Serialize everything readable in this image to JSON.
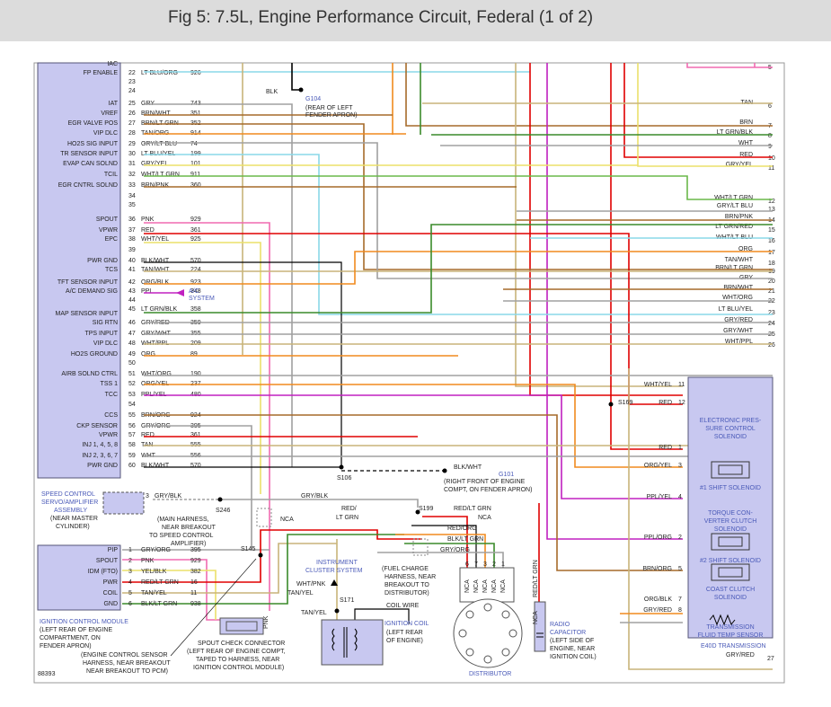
{
  "title": "Fig 5: 7.5L, Engine Performance Circuit, Federal (1 of 2)",
  "figure_id": "88393",
  "pcm_pins": [
    {
      "label": "IAC",
      "num": "",
      "wire": "",
      "circuit": ""
    },
    {
      "label": "FP ENABLE",
      "num": "22",
      "wire": "LT BLU/ORG",
      "circuit": "926"
    },
    {
      "label": "",
      "num": "23",
      "wire": "",
      "circuit": ""
    },
    {
      "label": "",
      "num": "24",
      "wire": "",
      "circuit": ""
    },
    {
      "label": "IAT",
      "num": "25",
      "wire": "GRY",
      "circuit": "743"
    },
    {
      "label": "VREF",
      "num": "26",
      "wire": "BRN/WHT",
      "circuit": "351"
    },
    {
      "label": "EGR VALVE POS",
      "num": "27",
      "wire": "BRN/LT GRN",
      "circuit": "352"
    },
    {
      "label": "VIP DLC",
      "num": "28",
      "wire": "TAN/ORG",
      "circuit": "914"
    },
    {
      "label": "HO2S SIG INPUT",
      "num": "29",
      "wire": "GRY/LT BLU",
      "circuit": "74"
    },
    {
      "label": "TR SENSOR INPUT",
      "num": "30",
      "wire": "LT BLU/YEL",
      "circuit": "199"
    },
    {
      "label": "EVAP CAN SOLND",
      "num": "31",
      "wire": "GRY/YEL",
      "circuit": "101"
    },
    {
      "label": "TCIL",
      "num": "32",
      "wire": "WHT/LT GRN",
      "circuit": "911"
    },
    {
      "label": "EGR CNTRL SOLND",
      "num": "33",
      "wire": "BRN/PNK",
      "circuit": "360"
    },
    {
      "label": "",
      "num": "34",
      "wire": "",
      "circuit": ""
    },
    {
      "label": "",
      "num": "35",
      "wire": "",
      "circuit": ""
    },
    {
      "label": "SPOUT",
      "num": "36",
      "wire": "PNK",
      "circuit": "929"
    },
    {
      "label": "VPWR",
      "num": "37",
      "wire": "RED",
      "circuit": "361"
    },
    {
      "label": "EPC",
      "num": "38",
      "wire": "WHT/YEL",
      "circuit": "925"
    },
    {
      "label": "",
      "num": "39",
      "wire": "",
      "circuit": ""
    },
    {
      "label": "PWR GND",
      "num": "40",
      "wire": "BLK/WHT",
      "circuit": "570"
    },
    {
      "label": "TCS",
      "num": "41",
      "wire": "TAN/WHT",
      "circuit": "224"
    },
    {
      "label": "TFT SENSOR INPUT",
      "num": "42",
      "wire": "ORG/BLK",
      "circuit": "923"
    },
    {
      "label": "A/C DEMAND SIG",
      "num": "43",
      "wire": "PPL",
      "circuit": "348"
    },
    {
      "label": "",
      "num": "44",
      "wire": "",
      "circuit": ""
    },
    {
      "label": "",
      "num": "45",
      "wire": "LT GRN/BLK",
      "circuit": "358"
    },
    {
      "label": "MAP SENSOR INPUT",
      "num": "",
      "wire": "",
      "circuit": ""
    },
    {
      "label": "SIG RTN",
      "num": "46",
      "wire": "GRY/RED",
      "circuit": "359"
    },
    {
      "label": "TPS INPUT",
      "num": "47",
      "wire": "GRY/WHT",
      "circuit": "355"
    },
    {
      "label": "VIP DLC",
      "num": "48",
      "wire": "WHT/PPL",
      "circuit": "209"
    },
    {
      "label": "HO2S GROUND",
      "num": "49",
      "wire": "ORG",
      "circuit": "89"
    },
    {
      "label": "",
      "num": "50",
      "wire": "",
      "circuit": ""
    },
    {
      "label": "AIRB SOLND CTRL",
      "num": "51",
      "wire": "WHT/ORG",
      "circuit": "190"
    },
    {
      "label": "TSS 1",
      "num": "52",
      "wire": "ORG/YEL",
      "circuit": "237"
    },
    {
      "label": "TCC",
      "num": "53",
      "wire": "PPL/YEL",
      "circuit": "480"
    },
    {
      "label": "",
      "num": "54",
      "wire": "",
      "circuit": ""
    },
    {
      "label": "CCS",
      "num": "55",
      "wire": "BRN/ORG",
      "circuit": "924"
    },
    {
      "label": "CKP SENSOR",
      "num": "56",
      "wire": "GRY/ORG",
      "circuit": "395"
    },
    {
      "label": "VPWR",
      "num": "57",
      "wire": "RED",
      "circuit": "361"
    },
    {
      "label": "INJ 1, 4, 5, 8",
      "num": "58",
      "wire": "TAN",
      "circuit": "555"
    },
    {
      "label": "INJ 2, 3, 6, 7",
      "num": "59",
      "wire": "WHT",
      "circuit": "556"
    },
    {
      "label": "PWR GND",
      "num": "60",
      "wire": "BLK/WHT",
      "circuit": "570"
    }
  ],
  "right_pins": [
    {
      "num": "5",
      "wire": ""
    },
    {
      "num": "6",
      "wire": "TAN"
    },
    {
      "num": "7",
      "wire": "BRN"
    },
    {
      "num": "8",
      "wire": "LT GRN/BLK"
    },
    {
      "num": "9",
      "wire": "WHT"
    },
    {
      "num": "10",
      "wire": "RED"
    },
    {
      "num": "11",
      "wire": "GRY/YEL"
    },
    {
      "num": "12",
      "wire": "WHT/LT GRN"
    },
    {
      "num": "13",
      "wire": "GRY/LT BLU"
    },
    {
      "num": "14",
      "wire": "BRN/PNK"
    },
    {
      "num": "15",
      "wire": "LT GRN/RED"
    },
    {
      "num": "16",
      "wire": "WHT/LT BLU"
    },
    {
      "num": "17",
      "wire": "ORG"
    },
    {
      "num": "18",
      "wire": "TAN/WHT"
    },
    {
      "num": "19",
      "wire": "BRN/LT GRN"
    },
    {
      "num": "20",
      "wire": "GRY"
    },
    {
      "num": "21",
      "wire": "BRN/WHT"
    },
    {
      "num": "22",
      "wire": "WHT/ORG"
    },
    {
      "num": "23",
      "wire": "LT BLU/YEL"
    },
    {
      "num": "24",
      "wire": "GRY/RED"
    },
    {
      "num": "25",
      "wire": "GRY/WHT"
    },
    {
      "num": "26",
      "wire": "WHT/PPL"
    }
  ],
  "trans": {
    "title": "E40D TRANSMISSION",
    "components": [
      "ELECTRONIC PRES-\nSURE CONTROL\nSOLENOID",
      "#1 SHIFT SOLENOID",
      "TORQUE CON-\nVERTER CLUTCH\nSOLENOID",
      "#2 SHIFT SOLENOID",
      "COAST CLUTCH\nSOLENOID",
      "TRANSMISSION\nFLUID TEMP SENSOR"
    ],
    "pins": [
      {
        "num": "11",
        "wire": "WHT/YEL"
      },
      {
        "num": "12",
        "wire": "RED"
      },
      {
        "num": "1",
        "wire": "RED"
      },
      {
        "num": "3",
        "wire": "ORG/YEL"
      },
      {
        "num": "4",
        "wire": "PPL/YEL"
      },
      {
        "num": "2",
        "wire": "PPL/ORG"
      },
      {
        "num": "5",
        "wire": "BRN/ORG"
      },
      {
        "num": "7",
        "wire": "ORG/BLK"
      },
      {
        "num": "8",
        "wire": "GRY/RED"
      }
    ],
    "bottom_wire": "GRY/RED",
    "bottom_num": "27"
  },
  "icm": {
    "title": "IGNITION CONTROL MODULE",
    "note": "(LEFT REAR OF ENGINE COMPARTMENT, ON FENDER APRON)",
    "pins": [
      {
        "label": "PIP",
        "num": "1",
        "wire": "GRY/ORG",
        "circuit": "395"
      },
      {
        "label": "SPOUT",
        "num": "2",
        "wire": "PNK",
        "circuit": "929"
      },
      {
        "label": "IDM (FTO)",
        "num": "3",
        "wire": "YEL/BLK",
        "circuit": "382"
      },
      {
        "label": "PWR",
        "num": "4",
        "wire": "RED/LT GRN",
        "circuit": "16"
      },
      {
        "label": "COIL",
        "num": "5",
        "wire": "TAN/YEL",
        "circuit": "11"
      },
      {
        "label": "GND",
        "num": "6",
        "wire": "BLK/LT GRN",
        "circuit": "938"
      }
    ]
  },
  "labels": {
    "g104": "G104",
    "g104_note": "(REAR OF LEFT\nFENDER APRON)",
    "blk": "BLK",
    "ac_system": "A/C\nSYSTEM",
    "s169": "S169",
    "s106": "S106",
    "g101": "G101",
    "g101_wire": "BLK/WHT",
    "g101_note": "(RIGHT FRONT OF ENGINE\nCOMPT, ON FENDER APRON)",
    "speed_ctrl": "SPEED CONTROL\nSERVO/AMPLIFIER\nASSEMBLY",
    "speed_note": "(NEAR MASTER\nCYLINDER)",
    "speed_pin": "3",
    "speed_wire": "GRY/BLK",
    "s246": "S246",
    "s246_note": "(MAIN HARNESS,\nNEAR BREAKOUT\nTO SPEED CONTROL\nAMPLIFIER)",
    "gry_blk": "GRY/BLK",
    "s199": "S199",
    "red_lt_grn_a": "RED/\nLT GRN",
    "red_lt_grn_b": "RED/LT GRN",
    "nca": "NCA",
    "red_org": "RED/ORG",
    "blk_lt_grn": "BLK/LT GRN",
    "gry_org": "GRY/ORG",
    "s145": "S145",
    "inst_cluster": "INSTRUMENT\nCLUSTER SYSTEM",
    "wht_pnk": "WHT/PNK",
    "tan_yel": "TAN/YEL",
    "tan_yel2": "TAN/YEL",
    "fuel_charge": "(FUEL CHARGE\nHARNESS, NEAR\nBREAKOUT TO\nDISTRIBUTOR)",
    "s171": "S171",
    "coil_wire": "COIL WIRE",
    "ign_coil": "IGNITION COIL",
    "ign_coil_note": "(LEFT REAR\nOF ENGINE)",
    "distributor": "DISTRIBUTOR",
    "radio_cap": "RADIO\nCAPACITOR",
    "radio_note": "(LEFT SIDE OF\nENGINE, NEAR\nIGNITION COIL)",
    "red_lt_grn_v": "RED/LT GRN",
    "nca_v": "NCA",
    "dist_pins": [
      "6",
      "7",
      "3",
      "2",
      "1"
    ],
    "pnk": "PNK",
    "spout_conn": "SPOUT CHECK CONNECTOR",
    "spout_note": "(LEFT REAR OF ENGINE COMPT,\nTAPED TO HARNESS, NEAR\nIGNITION CONTROL MODULE)",
    "eng_ctrl_note": "(ENGINE CONTROL SENSOR\nHARNESS, NEAR BREAKOUT\nTO PCM)"
  },
  "colors": {
    "pcm_box": "#c8c8f0",
    "pcm_border": "#555577",
    "accent_blue": "#4a5ab8",
    "red": "#e00000",
    "orange": "#f08a1e",
    "green": "#6ab84a",
    "dkgreen": "#3a8a2a",
    "yellow": "#ebe06a",
    "pink": "#f06ab0",
    "purple": "#c020c0",
    "brown": "#a66a2a",
    "gray": "#a0a0a0",
    "ltblue": "#8ad8e8",
    "tan": "#c8b47a",
    "black": "#000000"
  }
}
